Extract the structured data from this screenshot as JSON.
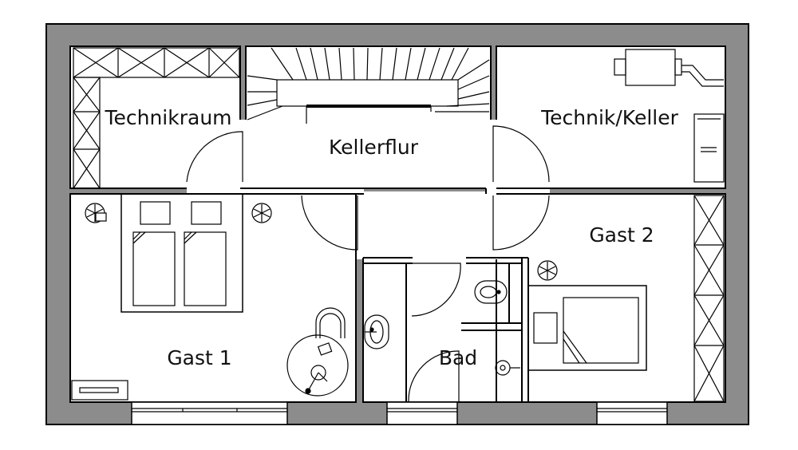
{
  "rooms": {
    "technikraum": "Technikraum",
    "kellerflur": "Kellerflur",
    "technik_keller": "Technik/Keller",
    "gast1": "Gast 1",
    "gast2": "Gast 2",
    "bad": "Bad"
  },
  "colors": {
    "wall": "#8c8c8c",
    "line": "#000000",
    "floor": "#ffffff"
  }
}
